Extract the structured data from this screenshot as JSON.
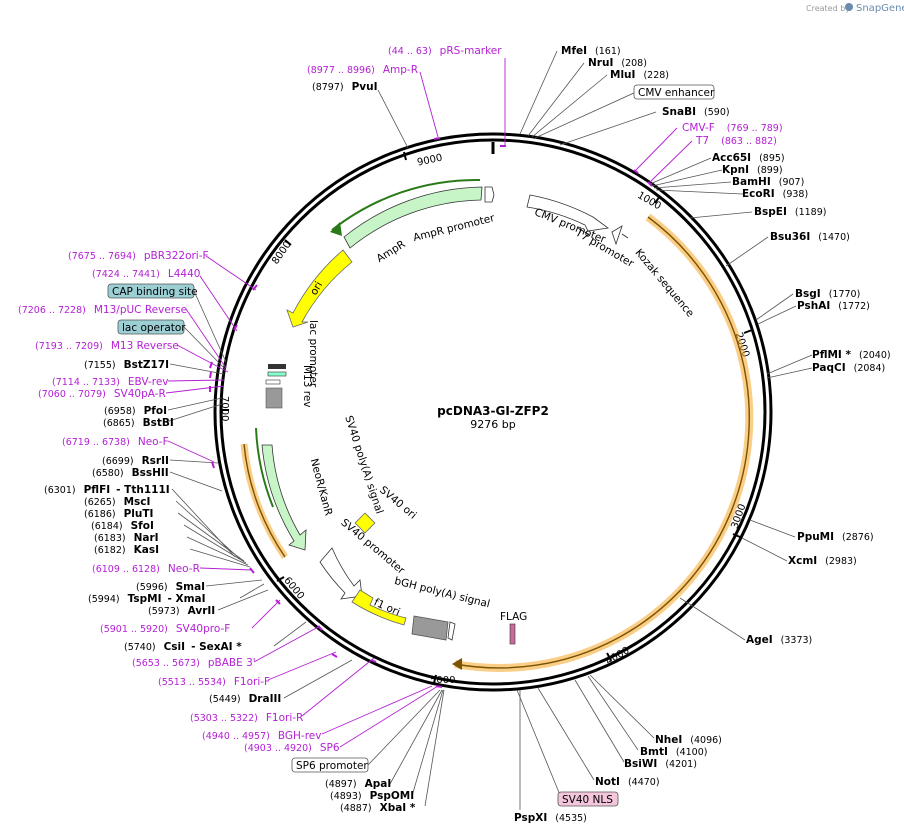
{
  "brand": {
    "created_by": "Created by",
    "product": "SnapGene"
  },
  "plasmid": {
    "name": "pcDNA3-GI-ZFP2",
    "length": "9276 bp"
  },
  "ticks": [
    "1000",
    "2000",
    "3000",
    "4000",
    "5000",
    "6000",
    "7000",
    "8000",
    "9000"
  ],
  "features": {
    "cmv_promoter": "CMV promoter",
    "t7_promoter": "T7 promoter",
    "kozak": "Kozak sequence",
    "ampr": "AmpR",
    "ampr_promoter": "AmpR promoter",
    "ori": "ori",
    "lac_promoter": "lac promoter",
    "m13_rev": "M13 rev",
    "sv40_polya": "SV40 poly(A) signal",
    "neor": "NeoR/KanR",
    "sv40_ori": "SV40 ori",
    "sv40_promoter": "SV40 promoter",
    "f1_ori": "f1 ori",
    "bgh": "bGH poly(A) signal",
    "flag": "FLAG"
  },
  "boxed": {
    "cmv_enhancer": "CMV enhancer",
    "cap_site": "CAP binding site",
    "lac_operator": "lac operator",
    "sp6_promoter": "SP6 promoter",
    "sv40_nls": "SV40 NLS"
  },
  "colors": {
    "orange": "#f5a623",
    "green": "#c8f5c8",
    "yellow": "#ffff00",
    "purple": "#b41fd4"
  },
  "right_enzymes": [
    {
      "name": "MfeI",
      "pos": "(161)"
    },
    {
      "name": "NruI",
      "pos": "(208)"
    },
    {
      "name": "MluI",
      "pos": "(228)"
    },
    {
      "name": "SnaBI",
      "pos": "(590)"
    },
    {
      "name": "Acc65I",
      "pos": "(895)"
    },
    {
      "name": "KpnI",
      "pos": "(899)"
    },
    {
      "name": "BamHI",
      "pos": "(907)"
    },
    {
      "name": "EcoRI",
      "pos": "(938)"
    },
    {
      "name": "BspEI",
      "pos": "(1189)"
    },
    {
      "name": "Bsu36I",
      "pos": "(1470)"
    },
    {
      "name": "BsgI",
      "pos": "(1770)"
    },
    {
      "name": "PshAI",
      "pos": "(1772)"
    },
    {
      "name": "PflMI *",
      "pos": "(2040)"
    },
    {
      "name": "PaqCI",
      "pos": "(2084)"
    },
    {
      "name": "PpuMI",
      "pos": "(2876)"
    },
    {
      "name": "XcmI",
      "pos": "(2983)"
    },
    {
      "name": "AgeI",
      "pos": "(3373)"
    },
    {
      "name": "NheI",
      "pos": "(4096)"
    },
    {
      "name": "BmtI",
      "pos": "(4100)"
    },
    {
      "name": "BsiWI",
      "pos": "(4201)"
    },
    {
      "name": "NotI",
      "pos": "(4470)"
    },
    {
      "name": "PspXI",
      "pos": "(4535)"
    }
  ],
  "right_primers": [
    {
      "name": "CMV-F",
      "range": "(769 .. 789)"
    },
    {
      "name": "T7",
      "range": "(863 .. 882)"
    }
  ],
  "left_items": {
    "pspompo": {
      "name": "PvuI",
      "pos": "(8797)"
    },
    "bstz": {
      "name": "BstZ17I",
      "pos": "(7155)"
    },
    "pfoi": {
      "name": "PfoI",
      "pos": "(6958)"
    },
    "bstbi": {
      "name": "BstBI",
      "pos": "(6865)"
    },
    "rsrii": {
      "name": "RsrII",
      "pos": "(6699)"
    },
    "bsshii": {
      "name": "BssHII",
      "pos": "(6580)"
    },
    "pflfi": {
      "name": "PflFI",
      "pos": "(6301)",
      "extra": "- Tth111I"
    },
    "msci": {
      "name": "MscI",
      "pos": "(6265)"
    },
    "pluti": {
      "name": "PluTI",
      "pos": "(6186)"
    },
    "sfoi": {
      "name": "SfoI",
      "pos": "(6184)"
    },
    "nari": {
      "name": "NarI",
      "pos": "(6183)"
    },
    "kasi": {
      "name": "KasI",
      "pos": "(6182)"
    },
    "smai": {
      "name": "SmaI",
      "pos": "(5996)"
    },
    "tspmi": {
      "name": "TspMI",
      "pos": "(5994)",
      "extra": "- XmaI"
    },
    "avrii": {
      "name": "AvrII",
      "pos": "(5973)"
    },
    "csii": {
      "name": "CsiI",
      "pos": "(5740)",
      "extra": "- SexAI *"
    },
    "draiii": {
      "name": "DraIII",
      "pos": "(5449)"
    },
    "apai": {
      "name": "ApaI",
      "pos": "(4897)"
    },
    "pspomi": {
      "name": "PspOMI",
      "pos": "(4893)"
    },
    "xbai": {
      "name": "XbaI *",
      "pos": "(4887)"
    }
  },
  "left_primers": {
    "prs": {
      "name": "pRS-marker",
      "range": "(44 .. 63)"
    },
    "ampr": {
      "name": "Amp-R",
      "range": "(8977 .. 8996)"
    },
    "pbr": {
      "name": "pBR322ori-F",
      "range": "(7675 .. 7694)"
    },
    "l4440": {
      "name": "L4440",
      "range": "(7424 .. 7441)"
    },
    "m13puc": {
      "name": "M13/pUC Reverse",
      "range": "(7206 .. 7228)"
    },
    "m13rev": {
      "name": "M13 Reverse",
      "range": "(7193 .. 7209)"
    },
    "ebv": {
      "name": "EBV-rev",
      "range": "(7114 .. 7133)"
    },
    "sv40pa": {
      "name": "SV40pA-R",
      "range": "(7060 .. 7079)"
    },
    "neof": {
      "name": "Neo-F",
      "range": "(6719 .. 6738)"
    },
    "neor": {
      "name": "Neo-R",
      "range": "(6109 .. 6128)"
    },
    "sv40pro": {
      "name": "SV40pro-F",
      "range": "(5901 .. 5920)"
    },
    "pbabe": {
      "name": "pBABE 3'",
      "range": "(5653 .. 5673)"
    },
    "f1orif": {
      "name": "F1ori-F",
      "range": "(5513 .. 5534)"
    },
    "f1orir": {
      "name": "F1ori-R",
      "range": "(5303 .. 5322)"
    },
    "bgh": {
      "name": "BGH-rev",
      "range": "(4940 .. 4957)"
    },
    "sp6": {
      "name": "SP6",
      "range": "(4903 .. 4920)"
    }
  }
}
